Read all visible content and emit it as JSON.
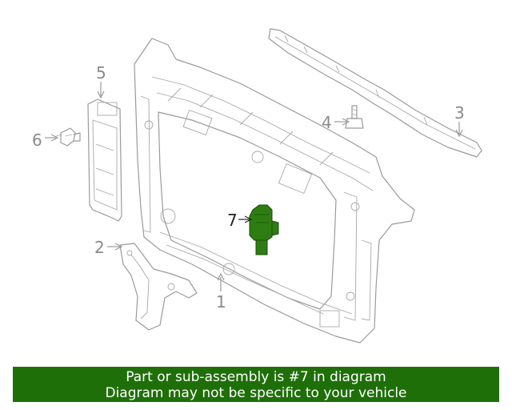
{
  "highlight_color": "#2e7d12",
  "banner_color": "#1f6f09",
  "callouts": {
    "part_1": "1",
    "part_2": "2",
    "part_3": "3",
    "part_4": "4",
    "part_5": "5",
    "part_6": "6",
    "part_7": "7"
  },
  "banner": {
    "line1": "Part or sub-assembly is #7 in diagram",
    "line2": "Diagram may not be specific to your vehicle"
  }
}
